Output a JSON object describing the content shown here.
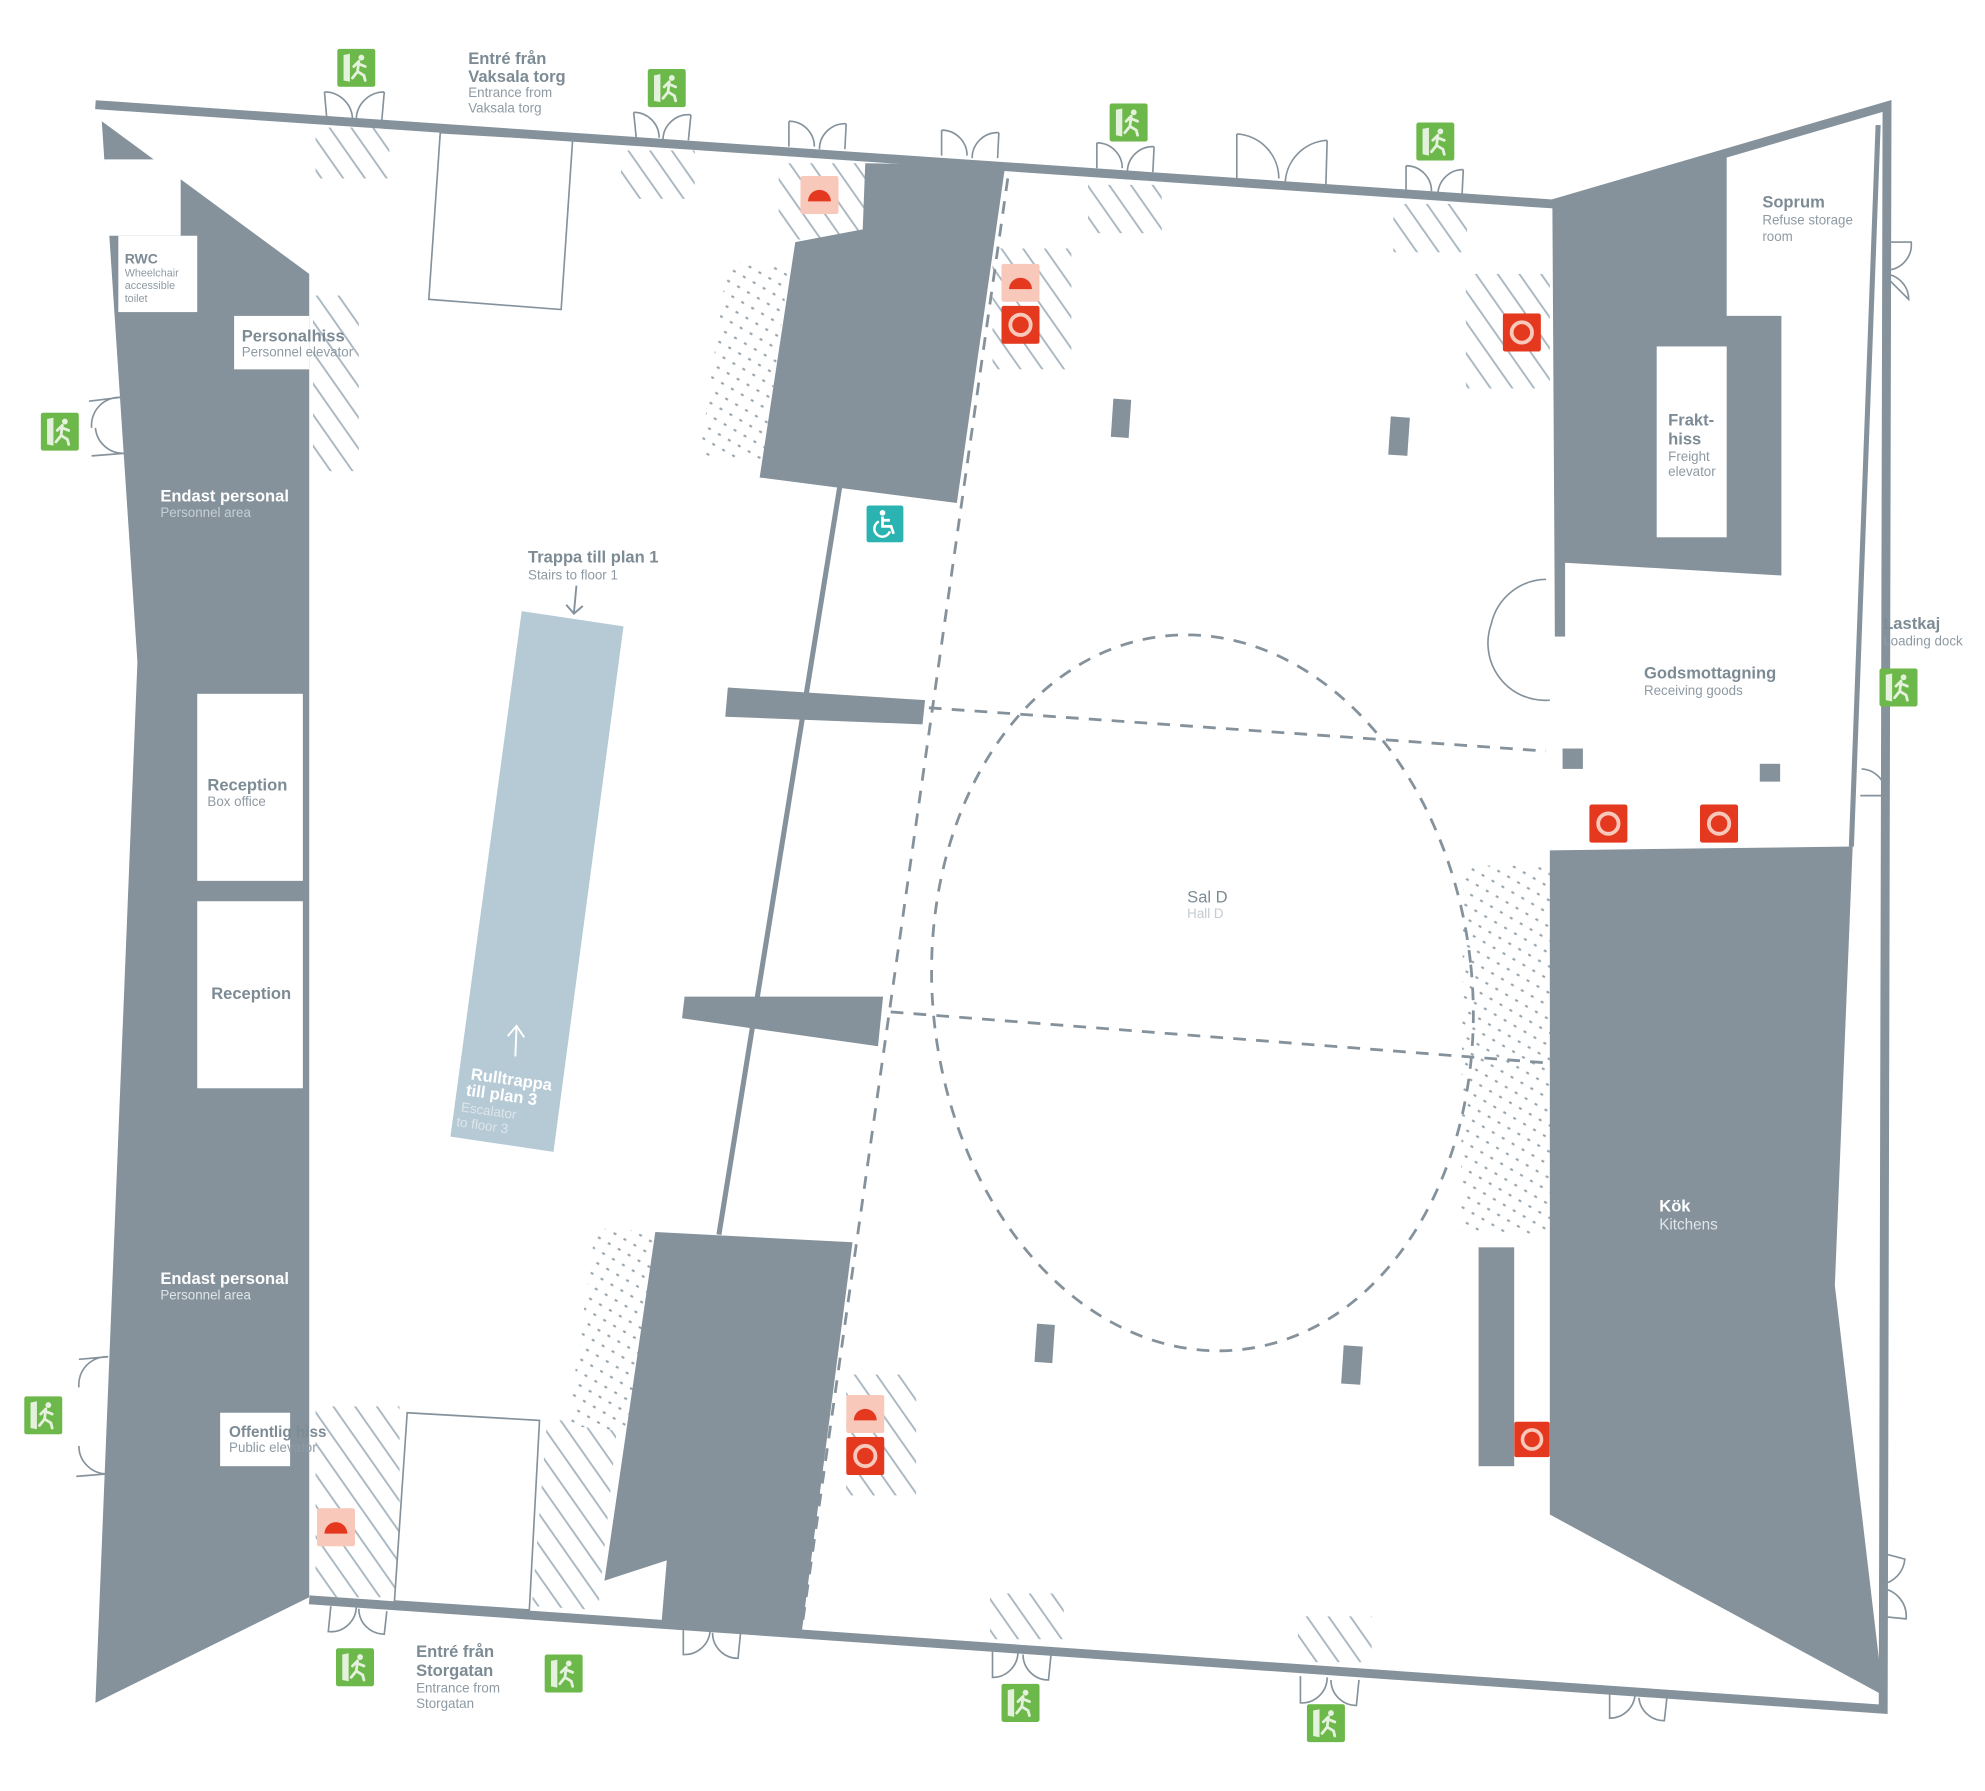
{
  "title": "Sal D floor plan",
  "labels": [
    {
      "title": "Entré från Vaksala torg",
      "line1": "Entré från",
      "line2": "Vaksala torg",
      "subtitle": "Entrance from Vaksala torg",
      "sub1": "Entrance from",
      "sub2": "Vaksala torg"
    },
    {
      "title": "RWC",
      "sub1": "Wheelchair",
      "sub2": "accessible",
      "sub3": "toilet"
    },
    {
      "title": "Personalhiss",
      "subtitle": "Personnel elevator"
    },
    {
      "title": "Endast personal",
      "subtitle": "Personnel area"
    },
    {
      "title": "Trappa till plan 1",
      "subtitle": "Stairs to floor 1"
    },
    {
      "title": "Reception",
      "subtitle": "Box office"
    },
    {
      "title": "Reception"
    },
    {
      "title": "Rulltrappa till plan 3",
      "line1": "Rulltrappa",
      "line2": "till plan 3",
      "sub1": "Escalator",
      "sub2": "to floor 3"
    },
    {
      "title": "Endast personal",
      "subtitle": "Personnel area"
    },
    {
      "title": "Offentlig hiss",
      "subtitle": "Public elevator"
    },
    {
      "title": "Entré från Storgatan",
      "line1": "Entré från",
      "line2": "Storgatan",
      "sub1": "Entrance from",
      "sub2": "Storgatan"
    },
    {
      "title": "Sal D",
      "subtitle": "Hall D"
    },
    {
      "title": "Soprum",
      "sub1": "Refuse storage",
      "sub2": "room"
    },
    {
      "title": "Frakthiss",
      "line1": "Frakt-",
      "line2": "hiss",
      "sub1": "Freight",
      "sub2": "elevator"
    },
    {
      "title": "Lastkaj",
      "subtitle": "Loading dock"
    },
    {
      "title": "Godsmottagning",
      "subtitle": "Receiving goods"
    },
    {
      "title": "Kök",
      "subtitle": "Kitchens"
    }
  ],
  "icons": {
    "emergency_exit": "emergency-exit-icon",
    "fire_alarm": "fire-alarm-icon",
    "fire_extinguisher": "fire-extinguisher-icon",
    "wheelchair": "wheelchair-icon"
  },
  "colors": {
    "wall": "#85929b",
    "exit_green": "#6db84a",
    "fire_red": "#e5391f",
    "alarm_pink": "#f8c8bb",
    "stairs_blue": "#b6cad6",
    "accessible_teal": "#2bb3b1"
  }
}
